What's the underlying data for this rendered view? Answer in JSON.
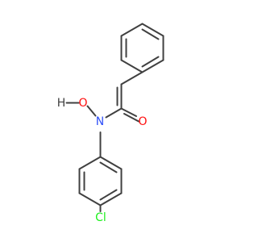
{
  "molecule": {
    "atoms": {
      "hydroxyl_h": "H",
      "hydroxyl_o": "O",
      "amide_n": "N",
      "carbonyl_o": "O",
      "chlorine": "Cl"
    },
    "colors": {
      "bond": "#404040",
      "oxygen": "#ff0d0d",
      "nitrogen": "#3050f8",
      "chlorine": "#1ff01f",
      "hydrogen": "#404040",
      "background": "#ffffff"
    }
  }
}
